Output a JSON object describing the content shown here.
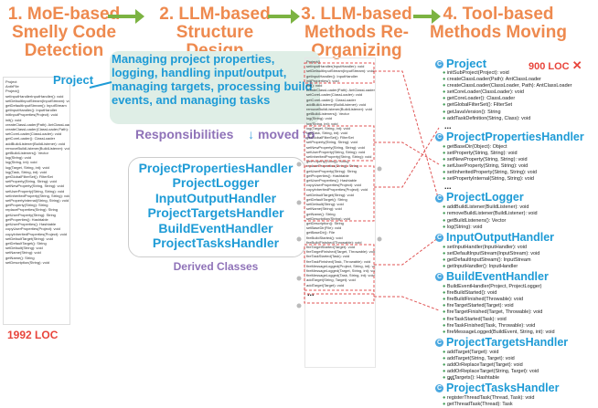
{
  "stages": [
    "1. MoE-based Smelly Code Detection",
    "2. LLM-based Structure Design",
    "3. LLM-based Methods Re-Organizing",
    "4. Tool-based Methods Moving"
  ],
  "left_panel": {
    "label": "Project",
    "loc": "1992 LOC",
    "rows": [
      "Project",
      "AntlrFile",
      "Project()",
      "setInputHandlerInputHandler(): void",
      "setDefaultInputStream(InputStream): void",
      "getDefaultInputStream(): InputStream",
      "getInputHandler(): InputHandler",
      "initInputProperties(Project): void",
      "init(): void",
      "createClassLoader(Path): AntClassLoader",
      "createClassLoader(ClassLoader,Path): AntClassLoader",
      "setCoreLoader(ClassLoader): void",
      "getCoreLoader(): ClassLoader",
      "addBuildListener(BuildListener): void",
      "removeBuildListener(BuildListener): void",
      "getBuildListeners(): Vector",
      "log(String): void",
      "log(String, int): void",
      "log(Target, String, int): void",
      "log(Task, String, int): void",
      "getGlobalFilterSet(): FilterSet",
      "setProperty(String, String): void",
      "setNewProperty(String, String): void",
      "setUserProperty(String, String): void",
      "setInheritedProperty(String, String): void",
      "setPropertyInternal(String, String): void",
      "getProperty(String): String",
      "replaceProperties(String): String",
      "getUserProperty(String): String",
      "getProperties(): Hashtable",
      "getUserProperties(): Hashtable",
      "copyUserProperties(Project): void",
      "copyInheritedProperties(Project): void",
      "setDefaultTarget(String): void",
      "getDefaultTarget(): String",
      "setDefault(String): void",
      "setName(String): void",
      "getName(): String",
      "setDescription(String): void"
    ]
  },
  "responsibilities": {
    "text": "Managing project properties, logging, handling input/output, managing targets, processing build events, and managing tasks",
    "label": "Responsibilities",
    "moved_to": "moved to",
    "classes": [
      "ProjectPropertiesHandler",
      "ProjectLogger",
      "InputOutputHandler",
      "ProjectTargetsHandler",
      "BuildEventHandler",
      "ProjectTasksHandler"
    ],
    "caption": "Derived Classes"
  },
  "middle_list": {
    "rows": [
      "Project()",
      "setInputHandler(InputHandler): void",
      "setDefaultInputStream(InputStream): void",
      "getInputHandler(): InputHandler",
      "initProperties(): void",
      "init(): void",
      "createClassLoader(Path): AntClassLoader",
      "setCoreLoader(ClassLoader): void",
      "getCoreLoader(): ClassLoader",
      "addBuildListener(BuildListener): void",
      "removeBuildListener(BuildListener): void",
      "getBuildListeners(): Vector",
      "log(String): void",
      "log(String, int): void",
      "log(Target, String, int): void",
      "log(Task, String, int): void",
      "getGlobalFilterSet(): FilterSet",
      "setProperty(String, String): void",
      "setNewProperty(String, String): void",
      "setUserProperty(String, String): void",
      "setInheritedProperty(String, String): void",
      "getProperty(String): String",
      "replaceProperties(String): String",
      "getUserProperty(String): String",
      "getProperties(): Hashtable",
      "getUserProperties(): Hashtable",
      "copyUserProperties(Project): void",
      "copyInheritedProperties(Project): void",
      "setDefaultTarget(String): void",
      "getDefaultTarget(): String",
      "setDefault(String): void",
      "setName(String): void",
      "getName(): String",
      "setDescription(String): void",
      "getDescription(): String",
      "setBaseDir(File): void",
      "getBaseDir(): File",
      "fireBuildStarted(): void",
      "fireBuildFinished(Throwable): void",
      "fireTargetStarted(Target): void",
      "fireTargetFinished(Target, Throwable): void",
      "fireTaskStarted(Task): void",
      "fireTaskFinished(Task, Throwable): void",
      "fireMessageLogged(Project, String, int): void",
      "fireMessageLogged(Target, String, int): void",
      "fireMessageLogged(Task, String, int): void",
      "addTarget(String, Target): void",
      "addTarget(Target): void"
    ],
    "ellipsis": "..."
  },
  "right_panel": {
    "loc": "900 LOC",
    "groups": [
      {
        "name": "Project",
        "methods": [
          "initSubProject(Project): void",
          "createClassLoader(Path): AntClassLoader",
          "createClassLoader(ClassLoader, Path): AntClassLoader",
          "setCoreLoader(ClassLoader): void",
          "getCoreLoader(): ClassLoader",
          "getGlobalFilterSet(): FilterSet",
          "getJavaVersion(): String",
          "addTaskDefinition(String, Class): void"
        ],
        "ellipsis": "..."
      },
      {
        "name": "ProjectPropertiesHandler",
        "methods": [
          "getBaseDir(Object): Object",
          "setProperty(String, String): void",
          "setNewProperty(String, String): void",
          "setUserProperty(String, String): void",
          "setInheritedProperty(String, String): void",
          "setPropertyInternal(String, String): void"
        ],
        "ellipsis": "..."
      },
      {
        "name": "ProjectLogger",
        "methods": [
          "addBuildListener(BuildListener): void",
          "removeBuildListener(BuildListener): void",
          "getBuildListeners(): Vector",
          "log(String): void"
        ]
      },
      {
        "name": "InputOutputHandler",
        "methods": [
          "setInputHandler(InputHandler): void",
          "setDefaultInputStream(InputStream): void",
          "getDefaultInputStream(): InputStream",
          "getInputHandler(): InputHandler"
        ]
      },
      {
        "name": "BuildEventHandler",
        "methods": [
          "BuildEventHandler(Project, ProjectLogger)",
          "fireBuildStarted(): void",
          "fireBuildFinished(Throwable): void",
          "fireTargetStarted(Target): void",
          "fireTargetFinished(Target, Throwable): void",
          "fireTaskStarted(Task): void",
          "fireTaskFinished(Task, Throwable): void",
          "fireMessageLogged(BuildEvent, String, int): void"
        ]
      },
      {
        "name": "ProjectTargetsHandler",
        "methods": [
          "addTarget(Target): void",
          "addTarget(String, Target): void",
          "addOrReplaceTarget(Target): void",
          "addOrReplaceTarget(String, Target): void",
          "getTargets(): Hashtable"
        ]
      },
      {
        "name": "ProjectTasksHandler",
        "methods": [
          "registerThreadTask(Thread, Task): void",
          "getThreadTask(Thread): Task"
        ]
      }
    ],
    "ellipsis": "..."
  },
  "colors": {
    "stage": "#ee8a4f",
    "arrow": "#7cb342",
    "class": "#1e9bd6",
    "loc": "#e8453c",
    "responsibility": "#8f72b8",
    "dashed": "#e05555",
    "panel": "#dfeee6"
  }
}
